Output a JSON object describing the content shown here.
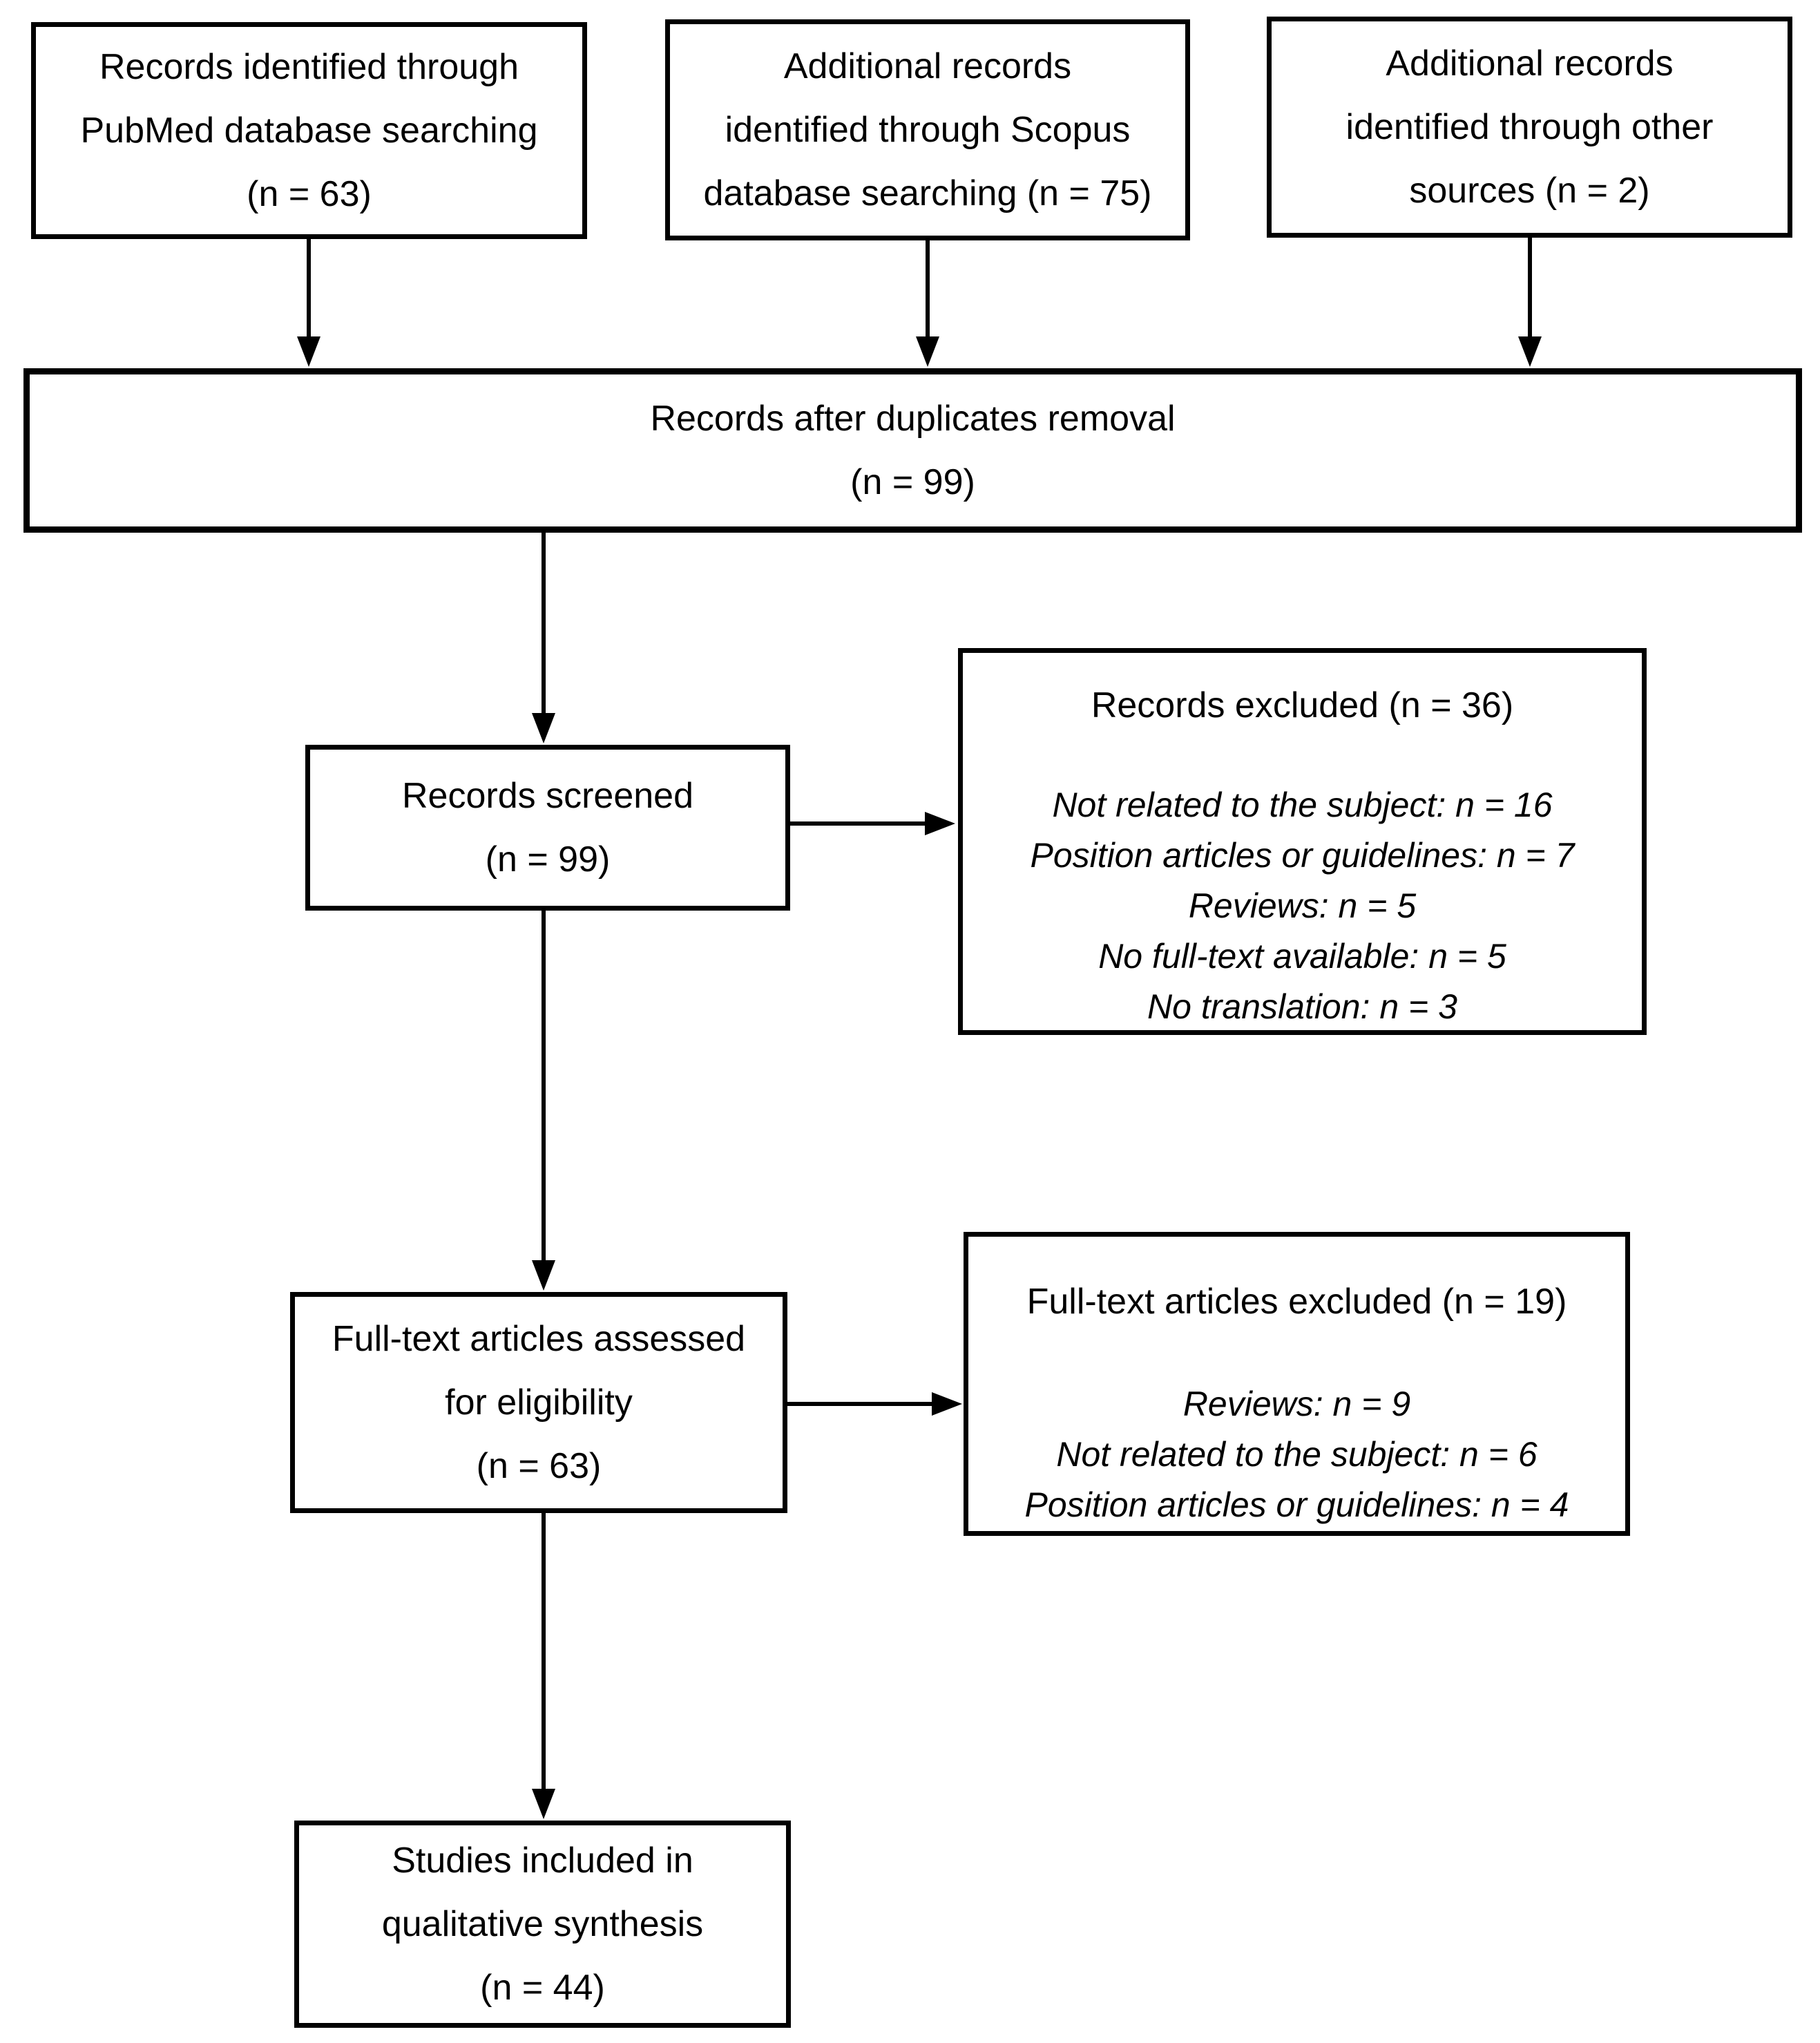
{
  "diagram_type": "flowchart",
  "colors": {
    "border": "#000000",
    "text": "#000000",
    "background": "#ffffff"
  },
  "boxes": {
    "pubmed": {
      "lines": [
        "Records identified through",
        "PubMed database searching",
        "(n = 63)"
      ]
    },
    "scopus": {
      "lines": [
        "Additional records",
        "identified through Scopus",
        "database searching (n = 75)"
      ]
    },
    "other_sources": {
      "lines": [
        "Additional records",
        "identified through other",
        "sources (n = 2)"
      ]
    },
    "duplicates_removed": {
      "lines": [
        "Records after duplicates removal",
        "(n = 99)"
      ]
    },
    "records_screened": {
      "lines": [
        "Records screened",
        "(n = 99)"
      ]
    },
    "records_excluded": {
      "heading": "Records excluded (n = 36)",
      "reasons": [
        "Not related to the subject:  n = 16",
        "Position articles or guidelines: n = 7",
        "Reviews: n = 5",
        "No full-text available: n = 5",
        "No translation: n = 3"
      ]
    },
    "fulltext_assessed": {
      "lines": [
        "Full-text articles assessed",
        "for eligibility",
        "(n = 63)"
      ]
    },
    "fulltext_excluded": {
      "heading": "Full-text articles excluded (n = 19)",
      "reasons": [
        "Reviews: n = 9",
        "Not related to the subject: n = 6",
        "Position articles or guidelines: n = 4"
      ]
    },
    "included_qualitative": {
      "lines": [
        "Studies included in",
        "qualitative synthesis",
        "(n = 44)"
      ]
    }
  }
}
